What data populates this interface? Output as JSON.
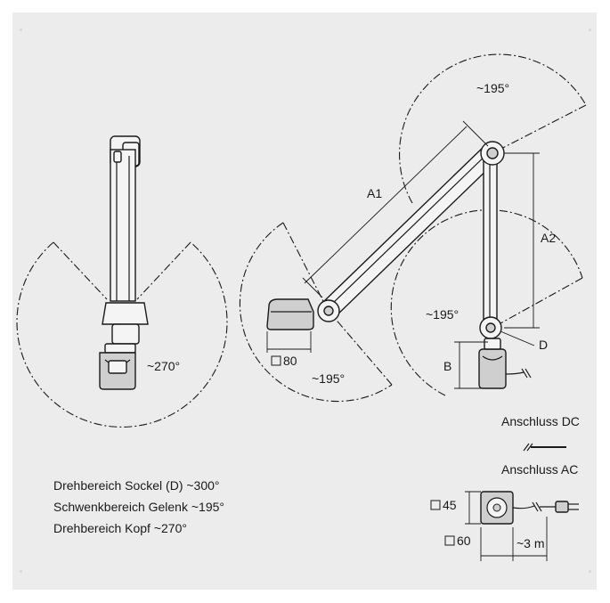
{
  "labels": {
    "a1": "A1",
    "a2": "A2",
    "b": "B",
    "d": "D",
    "angle_head": "~270°",
    "angle_top": "~195°",
    "angle_mid": "~195°",
    "angle_bottom": "~195°",
    "square_80": "80",
    "anschluss_dc": "Anschluss DC",
    "anschluss_ac": "Anschluss AC",
    "square_45": "45",
    "square_60": "60",
    "cable_length": "~3 m"
  },
  "notes": [
    "Drehbereich Sockel (D) ~300°",
    "Schwenkbereich Gelenk ~195°",
    "Drehbereich Kopf ~270°"
  ]
}
